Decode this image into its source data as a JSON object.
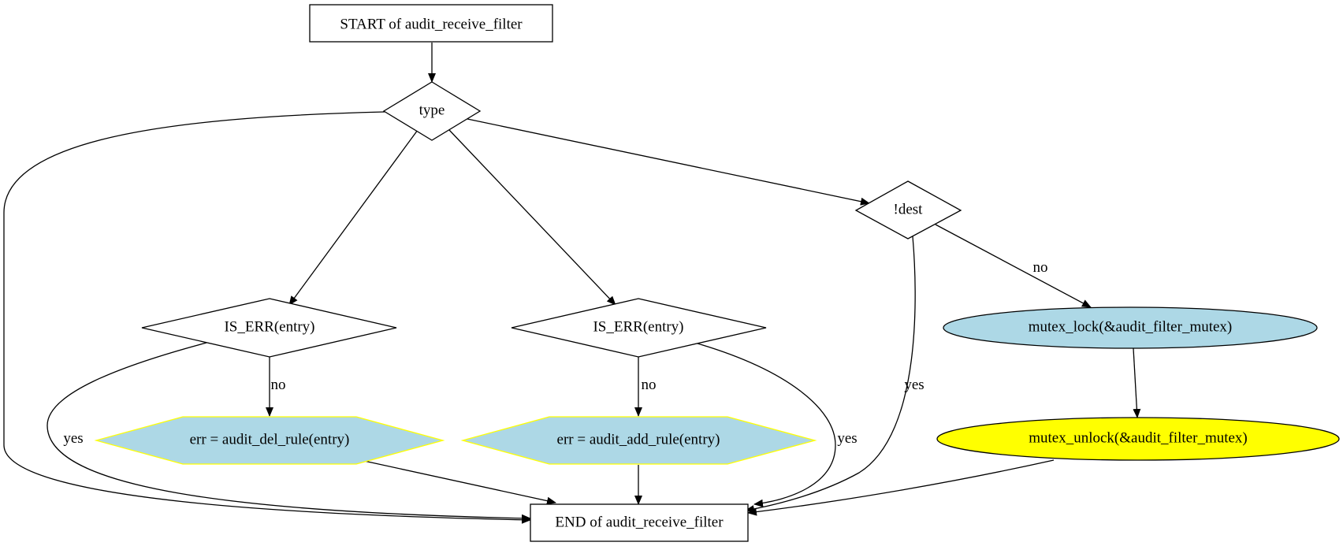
{
  "diagram": {
    "nodes": {
      "start": {
        "label": "START of audit_receive_filter",
        "shape": "rect",
        "fill": "#ffffff",
        "stroke": "#000000"
      },
      "type_decision": {
        "label": "type",
        "shape": "diamond",
        "fill": "#ffffff",
        "stroke": "#000000"
      },
      "dest_decision": {
        "label": "!dest",
        "shape": "diamond",
        "fill": "#ffffff",
        "stroke": "#000000"
      },
      "is_err_left": {
        "label": "IS_ERR(entry)",
        "shape": "diamond",
        "fill": "#ffffff",
        "stroke": "#000000"
      },
      "is_err_mid": {
        "label": "IS_ERR(entry)",
        "shape": "diamond",
        "fill": "#ffffff",
        "stroke": "#000000"
      },
      "mutex_lock": {
        "label": "mutex_lock(&audit_filter_mutex)",
        "shape": "ellipse",
        "fill": "#add8e6",
        "stroke": "#000000"
      },
      "del_rule": {
        "label": "err = audit_del_rule(entry)",
        "shape": "hexagon",
        "fill": "#add8e6",
        "stroke": "#ffff00"
      },
      "add_rule": {
        "label": "err = audit_add_rule(entry)",
        "shape": "hexagon",
        "fill": "#add8e6",
        "stroke": "#ffff00"
      },
      "mutex_unlock": {
        "label": "mutex_unlock(&audit_filter_mutex)",
        "shape": "ellipse",
        "fill": "#ffff00",
        "stroke": "#000000"
      },
      "end": {
        "label": "END of audit_receive_filter",
        "shape": "rect",
        "fill": "#ffffff",
        "stroke": "#000000"
      }
    },
    "edge_labels": {
      "dest_no": "no",
      "dest_yes": "yes",
      "left_no": "no",
      "left_yes": "yes",
      "mid_no": "no",
      "mid_yes": "yes"
    }
  }
}
